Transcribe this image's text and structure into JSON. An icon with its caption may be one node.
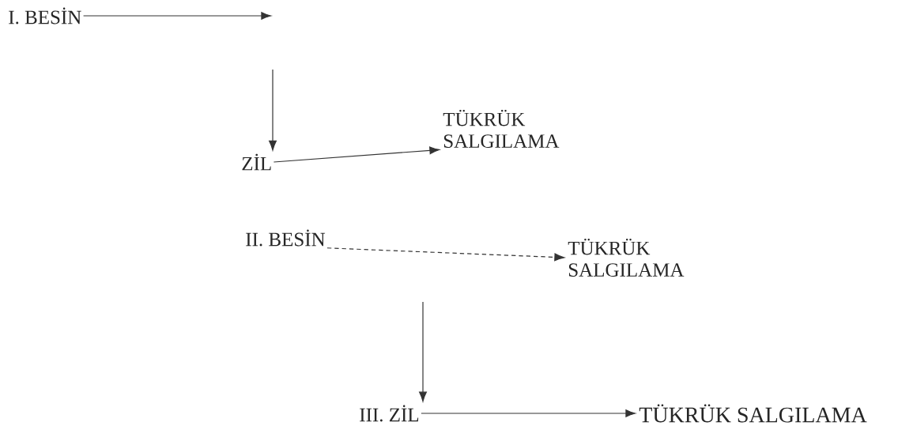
{
  "diagram": {
    "nodes": [
      {
        "text": [
          "I. BESİN"
        ]
      },
      {
        "text": [
          "ZİL"
        ]
      },
      {
        "text": [
          "TÜKRÜK SALGILAMA"
        ]
      },
      {
        "text": [
          "II. BESİN"
        ]
      },
      {
        "text": [
          "TÜKRÜK SALGILAMA"
        ]
      },
      {
        "text": [
          "III. ZİL"
        ]
      },
      {
        "text": [
          "TÜKRÜK SALGILAMA"
        ]
      }
    ],
    "edges": [
      {
        "from": 0,
        "to": null,
        "arrow": "to"
      },
      {
        "from": null,
        "to": 1,
        "arrow": "to"
      },
      {
        "from": 1,
        "to": 2,
        "arrow": "to"
      },
      {
        "from": 3,
        "to": 4,
        "arrow": "to",
        "style": "dashed"
      },
      {
        "from": null,
        "to": 5,
        "arrow": "to"
      },
      {
        "from": 5,
        "to": 6,
        "arrow": "to"
      }
    ]
  }
}
